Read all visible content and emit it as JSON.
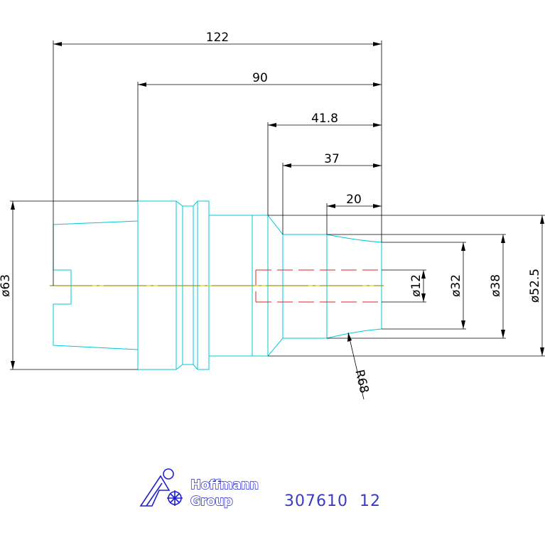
{
  "dimensions": {
    "len_122": "122",
    "len_90": "90",
    "len_41_8": "41.8",
    "len_37": "37",
    "len_20": "20",
    "dia_63": "ø63",
    "dia_12": "ø12",
    "dia_32": "ø32",
    "dia_38": "ø38",
    "dia_52_5": "ø52.5",
    "radius_68": "R68"
  },
  "logo": {
    "line1": "Hoffmann",
    "line2": "Group"
  },
  "part_number": "307610  12",
  "colors": {
    "outline": "#00c8d8",
    "dimension": "#000000",
    "bore_hidden": "#e02020",
    "centerline": "#d8d800",
    "logo": "#2020d0",
    "part_number": "#3a3ac8"
  }
}
